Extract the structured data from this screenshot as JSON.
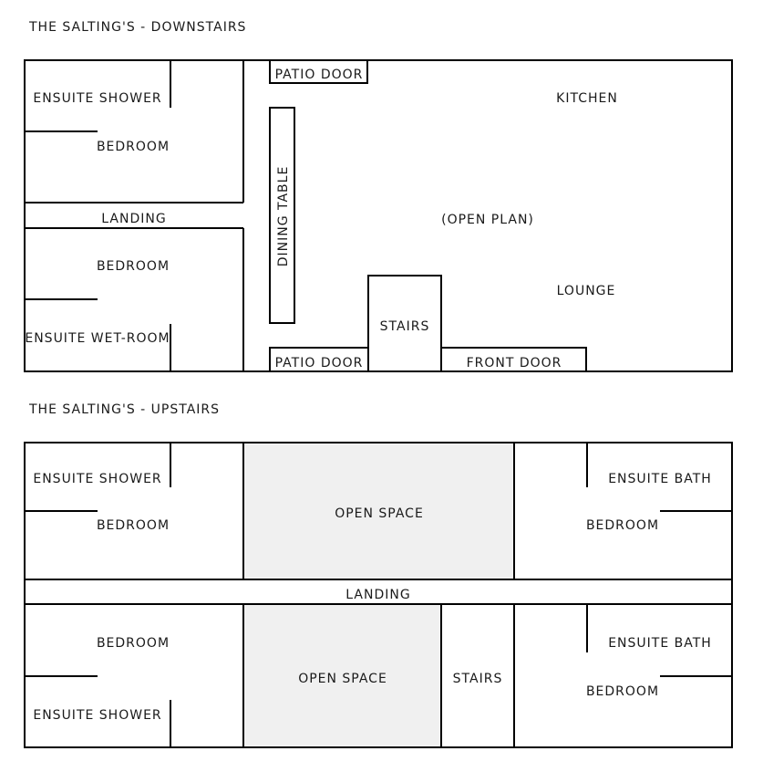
{
  "downstairs": {
    "title": "THE SALTING'S - DOWNSTAIRS",
    "labels": {
      "ensuite_shower": "ENSUITE SHOWER",
      "bedroom_top": "BEDROOM",
      "landing": "LANDING",
      "bedroom_bottom": "BEDROOM",
      "ensuite_wet_room": "ENSUITE WET-ROOM",
      "patio_door_top": "PATIO DOOR",
      "dining_table": "DINING TABLE",
      "kitchen": "KITCHEN",
      "open_plan": "(OPEN PLAN)",
      "lounge": "LOUNGE",
      "stairs": "STAIRS",
      "patio_door_bottom": "PATIO DOOR",
      "front_door": "FRONT DOOR"
    }
  },
  "upstairs": {
    "title": "THE SALTING'S - UPSTAIRS",
    "labels": {
      "ensuite_shower_top": "ENSUITE SHOWER",
      "bedroom_top_left": "BEDROOM",
      "open_space_top": "OPEN SPACE",
      "ensuite_bath_top": "ENSUITE BATH",
      "bedroom_top_right": "BEDROOM",
      "landing": "LANDING",
      "bedroom_bottom_left": "BEDROOM",
      "ensuite_shower_bottom": "ENSUITE SHOWER",
      "open_space_bottom": "OPEN SPACE",
      "stairs": "STAIRS",
      "ensuite_bath_bottom": "ENSUITE BATH",
      "bedroom_bottom_right": "BEDROOM"
    }
  }
}
